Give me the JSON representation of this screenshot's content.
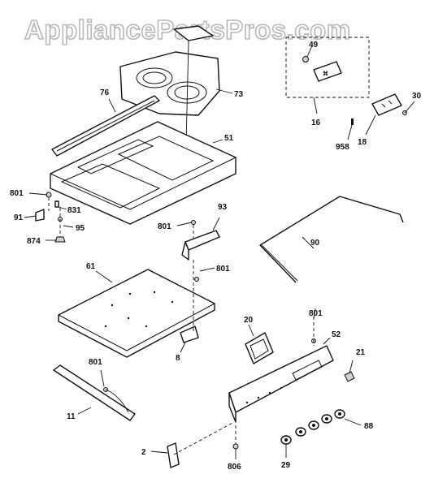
{
  "watermark": "AppliancePartsPros.com",
  "callouts": [
    {
      "id": "c76",
      "text": "76"
    },
    {
      "id": "c73",
      "text": "73"
    },
    {
      "id": "c49",
      "text": "49"
    },
    {
      "id": "c16",
      "text": "16"
    },
    {
      "id": "c30",
      "text": "30"
    },
    {
      "id": "c958",
      "text": "958"
    },
    {
      "id": "c18",
      "text": "18"
    },
    {
      "id": "c51",
      "text": "51"
    },
    {
      "id": "c801a",
      "text": "801"
    },
    {
      "id": "c831",
      "text": "831"
    },
    {
      "id": "c91",
      "text": "91"
    },
    {
      "id": "c95",
      "text": "95"
    },
    {
      "id": "c874",
      "text": "874"
    },
    {
      "id": "c93",
      "text": "93"
    },
    {
      "id": "c801b",
      "text": "801"
    },
    {
      "id": "c90",
      "text": "90"
    },
    {
      "id": "c61",
      "text": "61"
    },
    {
      "id": "c801c",
      "text": "801"
    },
    {
      "id": "c20",
      "text": "20"
    },
    {
      "id": "c801d",
      "text": "801"
    },
    {
      "id": "c52",
      "text": "52"
    },
    {
      "id": "c21",
      "text": "21"
    },
    {
      "id": "c8",
      "text": "8"
    },
    {
      "id": "c801e",
      "text": "801"
    },
    {
      "id": "c11",
      "text": "11"
    },
    {
      "id": "c88",
      "text": "88"
    },
    {
      "id": "c2",
      "text": "2"
    },
    {
      "id": "c806",
      "text": "806"
    },
    {
      "id": "c29",
      "text": "29"
    }
  ]
}
